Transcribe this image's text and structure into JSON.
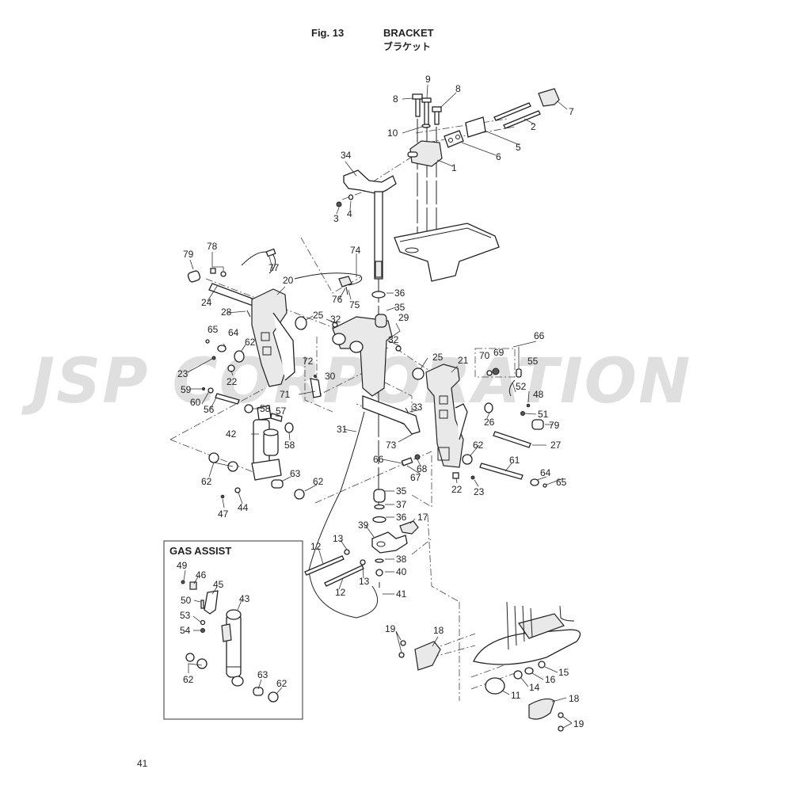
{
  "header": {
    "figure_number": "Fig. 13",
    "title_en": "BRACKET",
    "title_jp": "ブラケット"
  },
  "page_number": "41",
  "watermark": "JSP CORPORATION",
  "gas_assist_box": {
    "title": "GAS ASSIST"
  },
  "callouts": [
    {
      "id": "c9",
      "label": "9"
    },
    {
      "id": "c8a",
      "label": "8"
    },
    {
      "id": "c8b",
      "label": "8"
    },
    {
      "id": "c7",
      "label": "7"
    },
    {
      "id": "c10",
      "label": "10"
    },
    {
      "id": "c2",
      "label": "2"
    },
    {
      "id": "c5",
      "label": "5"
    },
    {
      "id": "c6",
      "label": "6"
    },
    {
      "id": "c1",
      "label": "1"
    },
    {
      "id": "c34",
      "label": "34"
    },
    {
      "id": "c3",
      "label": "3"
    },
    {
      "id": "c4",
      "label": "4"
    },
    {
      "id": "c78",
      "label": "78"
    },
    {
      "id": "c79a",
      "label": "79"
    },
    {
      "id": "c74",
      "label": "74"
    },
    {
      "id": "c77",
      "label": "77"
    },
    {
      "id": "c20",
      "label": "20"
    },
    {
      "id": "c76",
      "label": "76"
    },
    {
      "id": "c75",
      "label": "75"
    },
    {
      "id": "c36a",
      "label": "36"
    },
    {
      "id": "c24",
      "label": "24"
    },
    {
      "id": "c28",
      "label": "28"
    },
    {
      "id": "c35a",
      "label": "35"
    },
    {
      "id": "c25a",
      "label": "25"
    },
    {
      "id": "c32a",
      "label": "32"
    },
    {
      "id": "c29",
      "label": "29"
    },
    {
      "id": "c65a",
      "label": "65"
    },
    {
      "id": "c64a",
      "label": "64"
    },
    {
      "id": "c62a",
      "label": "62"
    },
    {
      "id": "c32b",
      "label": "32"
    },
    {
      "id": "c66a",
      "label": "66"
    },
    {
      "id": "c25b",
      "label": "25"
    },
    {
      "id": "c70",
      "label": "70"
    },
    {
      "id": "c69",
      "label": "69"
    },
    {
      "id": "c55",
      "label": "55"
    },
    {
      "id": "c23a",
      "label": "23"
    },
    {
      "id": "c22a",
      "label": "22"
    },
    {
      "id": "c72",
      "label": "72"
    },
    {
      "id": "c30",
      "label": "30"
    },
    {
      "id": "c21",
      "label": "21"
    },
    {
      "id": "c52",
      "label": "52"
    },
    {
      "id": "c48",
      "label": "48"
    },
    {
      "id": "c59",
      "label": "59"
    },
    {
      "id": "c60",
      "label": "60"
    },
    {
      "id": "c71",
      "label": "71"
    },
    {
      "id": "c56",
      "label": "56"
    },
    {
      "id": "c33",
      "label": "33"
    },
    {
      "id": "c51",
      "label": "51"
    },
    {
      "id": "c58a",
      "label": "58"
    },
    {
      "id": "c57",
      "label": "57"
    },
    {
      "id": "c26",
      "label": "26"
    },
    {
      "id": "c79b",
      "label": "79"
    },
    {
      "id": "c42",
      "label": "42"
    },
    {
      "id": "c31",
      "label": "31"
    },
    {
      "id": "c58b",
      "label": "58"
    },
    {
      "id": "c73",
      "label": "73"
    },
    {
      "id": "c27",
      "label": "27"
    },
    {
      "id": "c62b",
      "label": "62"
    },
    {
      "id": "c66b",
      "label": "66"
    },
    {
      "id": "c68",
      "label": "68"
    },
    {
      "id": "c67",
      "label": "67"
    },
    {
      "id": "c61",
      "label": "61"
    },
    {
      "id": "c62c",
      "label": "62"
    },
    {
      "id": "c63a",
      "label": "63"
    },
    {
      "id": "c62d",
      "label": "62"
    },
    {
      "id": "c22b",
      "label": "22"
    },
    {
      "id": "c23b",
      "label": "23"
    },
    {
      "id": "c64b",
      "label": "64"
    },
    {
      "id": "c65b",
      "label": "65"
    },
    {
      "id": "c47",
      "label": "47"
    },
    {
      "id": "c44",
      "label": "44"
    },
    {
      "id": "c35b",
      "label": "35"
    },
    {
      "id": "c37",
      "label": "37"
    },
    {
      "id": "c36b",
      "label": "36"
    },
    {
      "id": "c17",
      "label": "17"
    },
    {
      "id": "c39",
      "label": "39"
    },
    {
      "id": "c13a",
      "label": "13"
    },
    {
      "id": "c12a",
      "label": "12"
    },
    {
      "id": "c38",
      "label": "38"
    },
    {
      "id": "c40",
      "label": "40"
    },
    {
      "id": "c13b",
      "label": "13"
    },
    {
      "id": "c12b",
      "label": "12"
    },
    {
      "id": "c41",
      "label": "41"
    },
    {
      "id": "c49",
      "label": "49"
    },
    {
      "id": "c46",
      "label": "46"
    },
    {
      "id": "c45",
      "label": "45"
    },
    {
      "id": "c43",
      "label": "43"
    },
    {
      "id": "c50",
      "label": "50"
    },
    {
      "id": "c53",
      "label": "53"
    },
    {
      "id": "c54",
      "label": "54"
    },
    {
      "id": "c62e",
      "label": "62"
    },
    {
      "id": "c63b",
      "label": "63"
    },
    {
      "id": "c62f",
      "label": "62"
    },
    {
      "id": "c19a",
      "label": "19"
    },
    {
      "id": "c18a",
      "label": "18"
    },
    {
      "id": "c15",
      "label": "15"
    },
    {
      "id": "c16",
      "label": "16"
    },
    {
      "id": "c14",
      "label": "14"
    },
    {
      "id": "c11",
      "label": "11"
    },
    {
      "id": "c18b",
      "label": "18"
    },
    {
      "id": "c19b",
      "label": "19"
    }
  ]
}
